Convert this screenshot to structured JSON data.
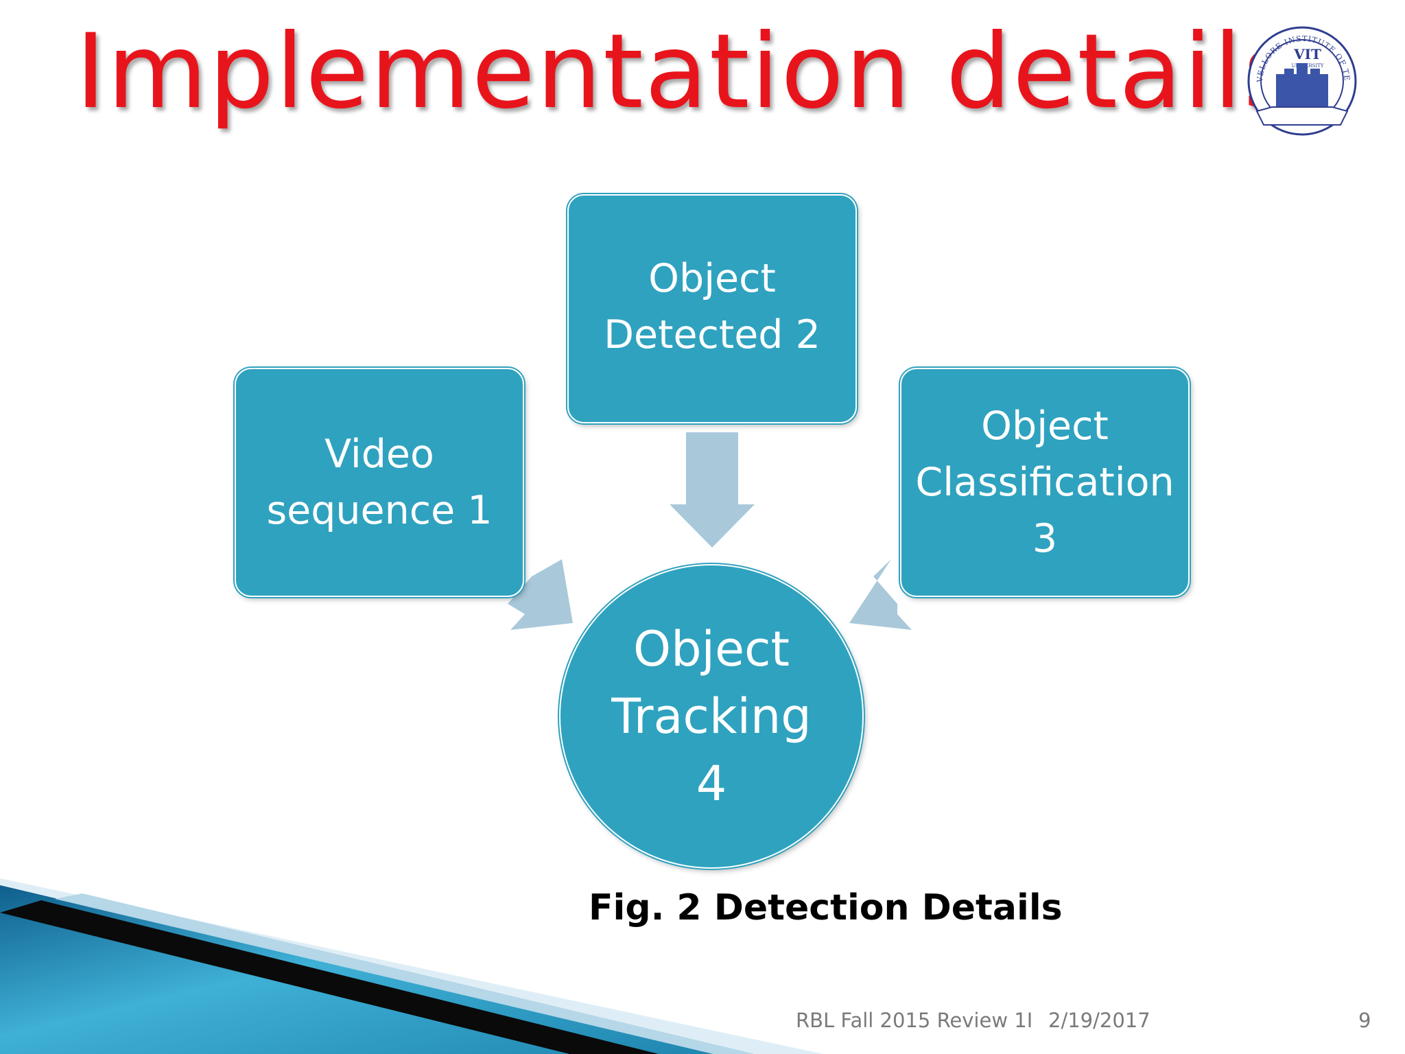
{
  "slide": {
    "title": "Implementation details",
    "caption": "Fig. 2 Detection Details",
    "footer": {
      "left_text": "RBL Fall 2015 Review 1I",
      "date": "2/19/2017",
      "page_number": "9"
    }
  },
  "logo": {
    "top_text": "VELLORE INSTITUTE OF TECHNOLOGY",
    "center_text": "VIT",
    "sub_text": "UNIVERSITY",
    "icon": "university-seal-icon"
  },
  "diagram": {
    "nodes": {
      "video": "Video\nsequence 1",
      "detected": "Object\nDetected 2",
      "classification": "Object\nClassification\n3",
      "tracking": "Object\nTracking\n4"
    }
  },
  "colors": {
    "title": "#e8141c",
    "node_fill": "#2fa2bf",
    "arrow": "#a9c9da",
    "caption": "#000000",
    "footer": "#7a7a7a",
    "decor_blue": "#1f86b0",
    "decor_dark": "#0a0a0a"
  }
}
